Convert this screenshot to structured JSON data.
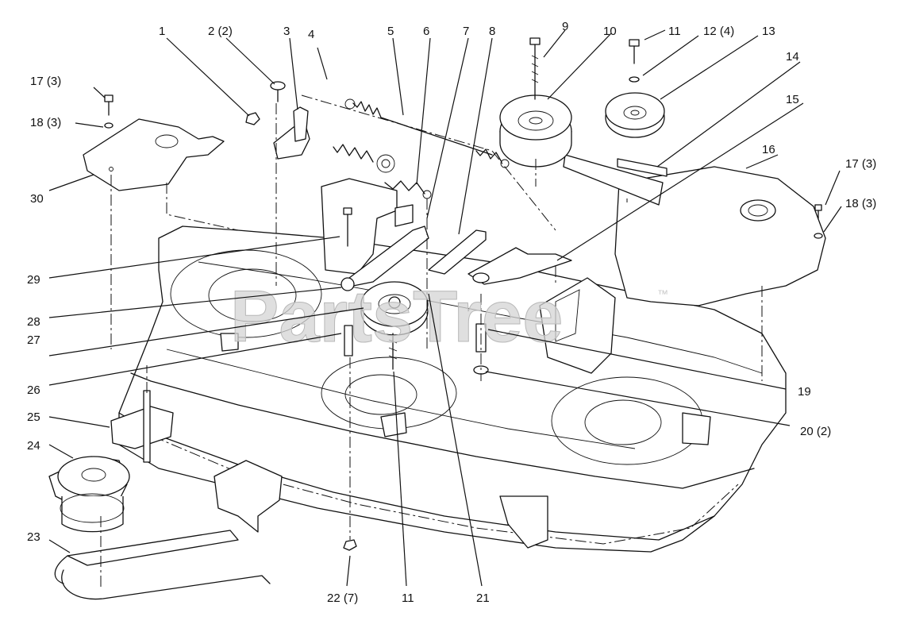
{
  "watermark": {
    "text": "PartsTree",
    "trademark": "™"
  },
  "callouts": {
    "c1": "1",
    "c2": "2 (2)",
    "c3": "3",
    "c4": "4",
    "c5": "5",
    "c6": "6",
    "c7": "7",
    "c8": "8",
    "c9": "9",
    "c10": "10",
    "c11_top": "11",
    "c12": "12 (4)",
    "c13": "13",
    "c14": "14",
    "c15": "15",
    "c16": "16",
    "c17_left": "17 (3)",
    "c18_left": "18 (3)",
    "c17_right": "17 (3)",
    "c18_right": "18 (3)",
    "c19": "19",
    "c20": "20 (2)",
    "c21": "21",
    "c11_bottom": "11",
    "c22": "22 (7)",
    "c23": "23",
    "c24": "24",
    "c25": "25",
    "c26": "26",
    "c27": "27",
    "c28": "28",
    "c29": "29",
    "c30": "30"
  }
}
